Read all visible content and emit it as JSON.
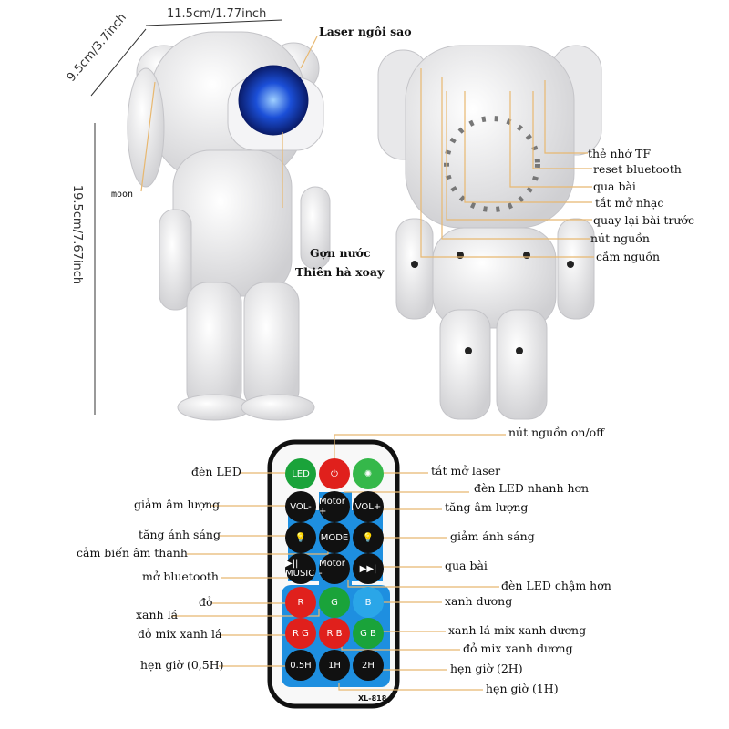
{
  "dimensions": {
    "width": "11.5cm/1.77inch",
    "depth": "9.5cm/3.7inch",
    "height": "19.5cm/7.67inch"
  },
  "front_labels": {
    "laser": "Laser ngôi sao",
    "moon": "moon",
    "ripple": "Gợn nước",
    "galaxy": "Thiên hà xoay"
  },
  "back_labels": [
    "thẻ nhớ TF",
    "reset bluetooth",
    "qua bài",
    "tắt mở nhạc",
    "quay lại bài trước",
    "nút nguồn",
    "cắm nguồn"
  ],
  "remote": {
    "model": "XL-818",
    "buttons": [
      {
        "text": "LED",
        "color": "#1aa33a"
      },
      {
        "text": "⏻",
        "color": "#e0201c"
      },
      {
        "text": "✺",
        "color": "#35b84a"
      },
      {
        "text": "VOL-",
        "color": "#111"
      },
      {
        "text": "Motor +",
        "color": "#111"
      },
      {
        "text": "VOL+",
        "color": "#111"
      },
      {
        "text": "💡",
        "color": "#111"
      },
      {
        "text": "MODE",
        "color": "#111"
      },
      {
        "text": "💡",
        "color": "#111"
      },
      {
        "text": "▶|| MUSIC",
        "color": "#111"
      },
      {
        "text": "Motor -",
        "color": "#111"
      },
      {
        "text": "▶▶|",
        "color": "#111"
      },
      {
        "text": "R",
        "color": "#e0201c"
      },
      {
        "text": "G",
        "color": "#1aa33a"
      },
      {
        "text": "B",
        "color": "#2aa6e8"
      },
      {
        "text": "R G",
        "color": "#e0201c"
      },
      {
        "text": "R B",
        "color": "#e0201c"
      },
      {
        "text": "G B",
        "color": "#1aa33a"
      },
      {
        "text": "0.5H",
        "color": "#111"
      },
      {
        "text": "1H",
        "color": "#111"
      },
      {
        "text": "2H",
        "color": "#111"
      }
    ],
    "labels": {
      "power": "nút nguồn on/off",
      "led": "đèn LED",
      "laser": "tắt mở laser",
      "led_faster": "đèn LED  nhanh hơn",
      "vol_down": "giảm âm lượng",
      "vol_up": "tăng âm lượng",
      "bright_up": "tăng ánh sáng",
      "bright_down": "giảm ánh sáng",
      "sound_sensor": "cảm biến âm thanh",
      "bluetooth": "mở bluetooth",
      "next": "qua bài",
      "led_slower": "đèn LED chậm hơn",
      "red": "đỏ",
      "blue": "xanh dương",
      "green": "xanh lá",
      "red_green": "đỏ mix xanh lá",
      "green_blue": "xanh lá mix xanh dương",
      "red_blue": "đỏ mix xanh dương",
      "timer_05": "hẹn giờ (0,5H)",
      "timer_2": "hẹn giờ (2H)",
      "timer_1": "hẹn giờ (1H)"
    }
  },
  "colors": {
    "leader": "#e8b870",
    "accent_blue": "#1e8fe0"
  }
}
